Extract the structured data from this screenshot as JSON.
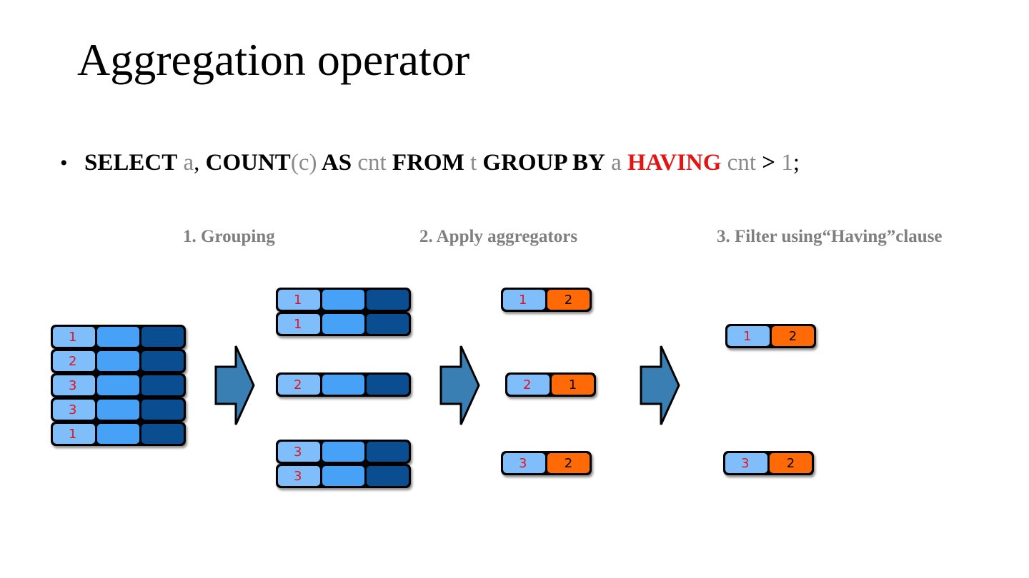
{
  "slide": {
    "title": "Aggregation operator",
    "bullet": "•",
    "sql_tokens": [
      {
        "text": "SELECT",
        "style": "kw"
      },
      {
        "text": " a",
        "style": "id"
      },
      {
        "text": ",",
        "style": "p"
      },
      {
        "text": " COUNT",
        "style": "kw"
      },
      {
        "text": "(c)",
        "style": "id"
      },
      {
        "text": " AS",
        "style": "kw"
      },
      {
        "text": " cnt",
        "style": "id"
      },
      {
        "text": " FROM",
        "style": "kw"
      },
      {
        "text": " t",
        "style": "id"
      },
      {
        "text": " GROUP BY",
        "style": "kw"
      },
      {
        "text": " a",
        "style": "id"
      },
      {
        "text": " HAVING",
        "style": "having"
      },
      {
        "text": " cnt",
        "style": "id"
      },
      {
        "text": " >",
        "style": "op"
      },
      {
        "text": " 1",
        "style": "id"
      },
      {
        "text": ";",
        "style": "p"
      }
    ]
  },
  "steps": {
    "step1": "1. Grouping",
    "step2": "2. Apply aggregators",
    "step3": "3. Filter using“Having”clause"
  },
  "input_table": [
    "1",
    "2",
    "3",
    "3",
    "1"
  ],
  "groups": [
    [
      "1",
      "1"
    ],
    [
      "2"
    ],
    [
      "3",
      "3"
    ]
  ],
  "aggregates": [
    {
      "a": "1",
      "cnt": "2"
    },
    {
      "a": "2",
      "cnt": "1"
    },
    {
      "a": "3",
      "cnt": "2"
    }
  ],
  "filtered": [
    {
      "a": "1",
      "cnt": "2"
    },
    {
      "a": "3",
      "cnt": "2"
    }
  ],
  "colors": {
    "key_cell": "#80bdfb",
    "mid_cell": "#47a1f6",
    "dark_cell": "#0a4e91",
    "count_cell": "#ff6a06",
    "key_text": "#e3141e",
    "arrow_fill": "#3a7fb4",
    "having_keyword": "#e31414"
  }
}
